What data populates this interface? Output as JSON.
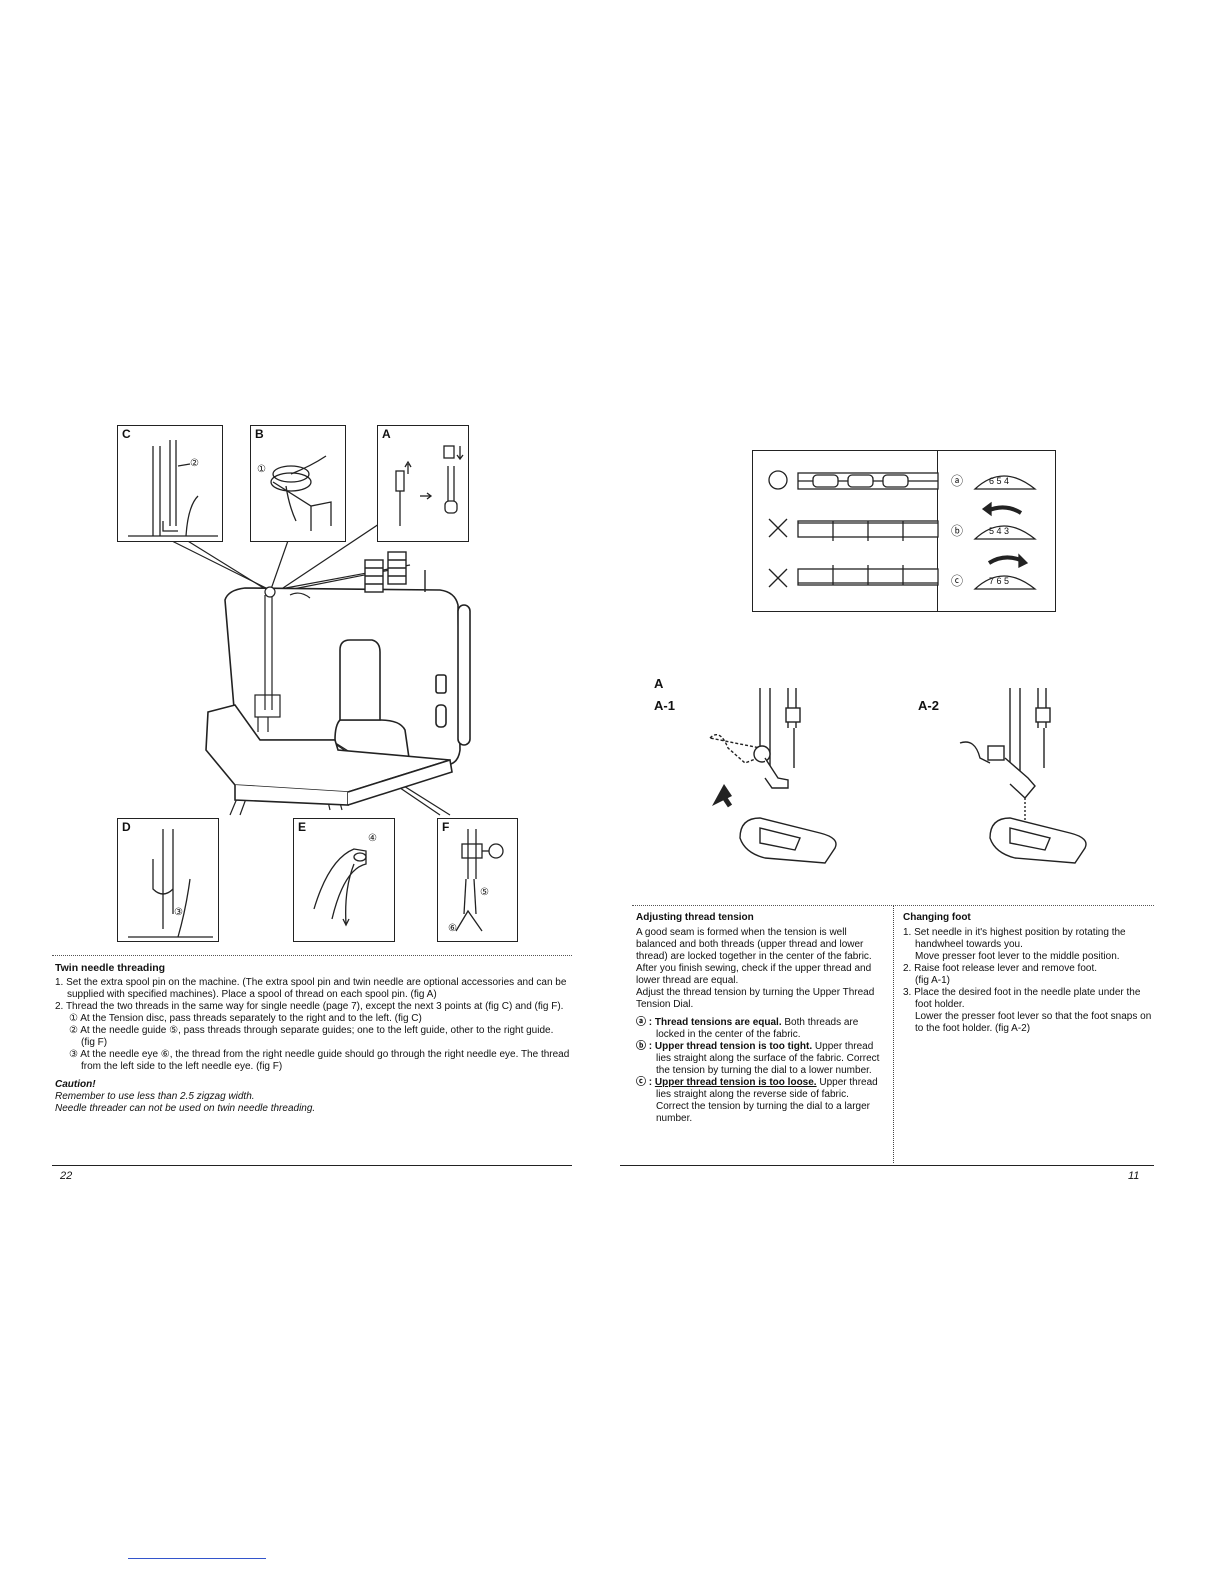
{
  "left": {
    "figures": {
      "c": "C",
      "b": "B",
      "a": "A",
      "d": "D",
      "e": "E",
      "f": "F",
      "c_mark": "②",
      "b_mark": "①",
      "e_mark": "④",
      "f_mark5": "⑤",
      "f_mark6": "⑥",
      "d_mark": "③"
    },
    "heading": "Twin needle threading",
    "items": [
      "1. Set the extra spool pin on the machine. (The extra spool pin and twin needle are optional accessories and can be supplied with specified machines). Place a spool of thread on each spool pin. (fig A)",
      "2. Thread the two threads in the same way for single needle (page 7), except the next 3 points at (fig C) and (fig F)."
    ],
    "subitems": [
      "① At the Tension disc, pass threads separately to the right and to the left. (fig C)",
      "② At the needle guide ⑤, pass threads through separate guides; one to the left guide, other to the right guide. (fig F)",
      "③ At the needle eye ⑥, the thread from the right needle guide should go through the right needle eye. The thread from the left side to the left needle eye. (fig F)"
    ],
    "caution_title": "Caution!",
    "caution_lines": [
      "Remember to use less than 2.5 zigzag width.",
      "Needle threader can not be used on twin needle threading."
    ],
    "page_number": "22"
  },
  "right": {
    "tension_figure": {
      "rows": [
        {
          "symbol": "O",
          "circle": "ⓐ",
          "dial": "6 5 4"
        },
        {
          "symbol": "X",
          "circle": "ⓑ",
          "dial": "5 4 3"
        },
        {
          "symbol": "X",
          "circle": "ⓒ",
          "dial": "7 6 5"
        }
      ]
    },
    "foot_figure": {
      "label_a": "A",
      "label_a1": "A-1",
      "label_a2": "A-2"
    },
    "tension": {
      "heading": "Adjusting thread tension",
      "intro_lines": [
        "A good seam is formed when the tension is well balanced and both threads (upper thread and lower thread) are locked together in the center of the fabric.",
        "After you finish sewing, check if the upper thread and lower thread are equal.",
        "Adjust the thread tension by turning the Upper Thread Tension Dial."
      ],
      "a_mark": "ⓐ :",
      "a_bold": "Thread tensions are equal.",
      "a_text": "Both threads are locked in the center of the fabric.",
      "b_mark": "ⓑ :",
      "b_bold": "Upper thread tension is too tight.",
      "b_text": "Upper thread lies straight along the surface of the fabric. Correct the tension by turning the dial to a lower number.",
      "c_mark": "ⓒ :",
      "c_bold": "Upper thread tension is too loose.",
      "c_text": "Upper thread lies straight along the reverse side of fabric. Correct the tension by turning the dial to a larger number."
    },
    "foot": {
      "heading": "Changing foot",
      "items": [
        "1. Set needle in it's highest position by rotating the handwheel towards you.",
        "Move presser foot lever to the middle position.",
        "2. Raise foot release lever and remove foot.",
        "(fig A-1)",
        "3. Place the desired foot in the needle plate under the foot holder.",
        "Lower the presser foot lever so that the foot snaps on to the foot holder. (fig A-2)"
      ]
    },
    "page_number": "11"
  }
}
